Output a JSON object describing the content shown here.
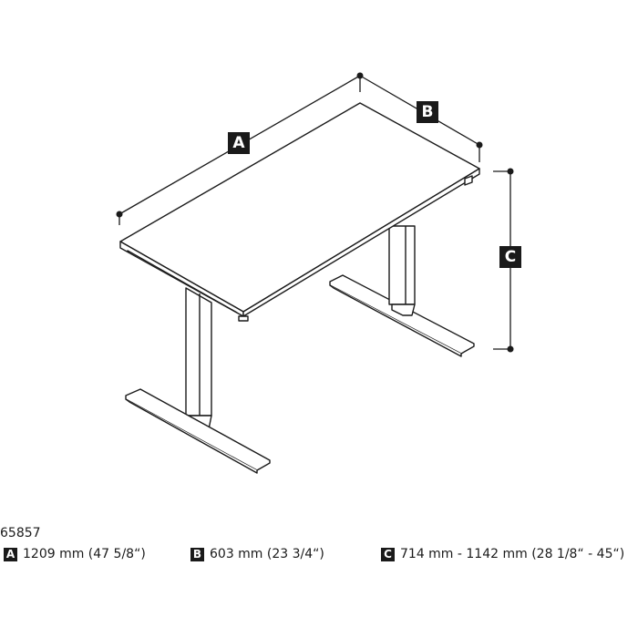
{
  "diagram": {
    "subject": "Height adjustable desk dimension drawing",
    "labels": {
      "a": "A",
      "b": "B",
      "c": "C"
    },
    "line_color": "#1a1a1a",
    "label_bg": "#1a1a1a",
    "label_fg": "#ffffff"
  },
  "legend": {
    "model_number": "65857",
    "specs": [
      {
        "badge": "A",
        "text": "1209 mm (47 5/8“)"
      },
      {
        "badge": "B",
        "text": "603 mm (23 3/4“)"
      },
      {
        "badge": "C",
        "text": "714 mm - 1142 mm (28 1/8“ - 45“)"
      }
    ]
  }
}
